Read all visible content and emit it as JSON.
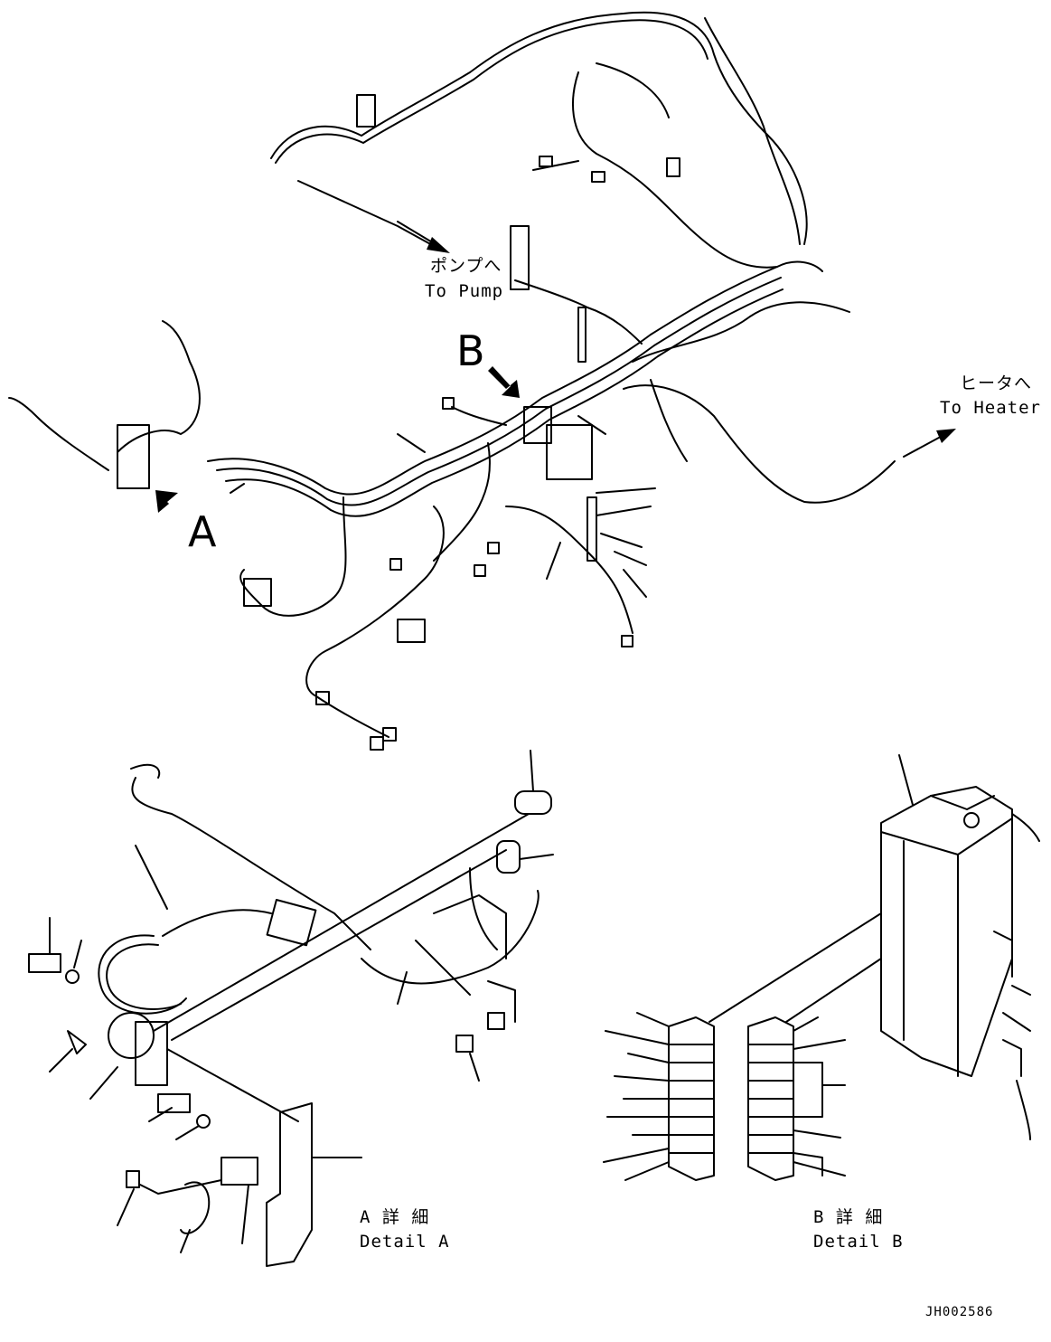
{
  "labels": {
    "to_pump_jp": "ポンプへ",
    "to_pump_en": "To Pump",
    "to_heater_jp": "ヒータへ",
    "to_heater_en": "To Heater",
    "view_a": "A",
    "view_b": "B",
    "detail_a_jp": "A 詳 細",
    "detail_a_en": "Detail A",
    "detail_b_jp": "B 詳 細",
    "detail_b_en": "Detail B",
    "drawing_id": "JH002586"
  }
}
